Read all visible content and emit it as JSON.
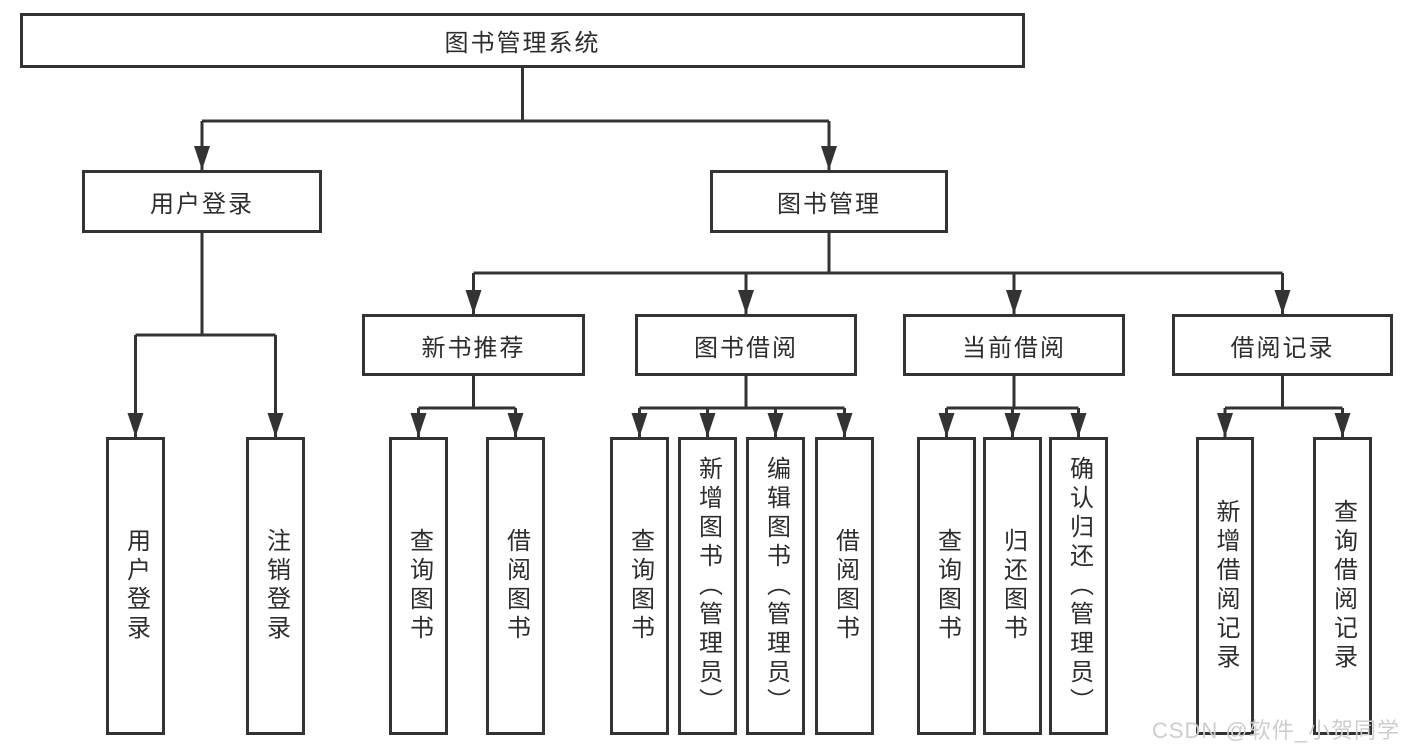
{
  "colors": {
    "line": "#333333",
    "text": "#2d2d2d",
    "background": "#ffffff",
    "watermark": "#cdcdcd"
  },
  "watermark": {
    "text": "CSDN @软件_小贺同学"
  },
  "tree": {
    "root": "图书管理系统",
    "branches": [
      {
        "label": "用户登录",
        "children": [
          {
            "label": "用户登录"
          },
          {
            "label": "注销登录"
          }
        ]
      },
      {
        "label": "图书管理",
        "groups": [
          {
            "label": "新书推荐",
            "children": [
              {
                "label": "查询图书"
              },
              {
                "label": "借阅图书"
              }
            ]
          },
          {
            "label": "图书借阅",
            "children": [
              {
                "label": "查询图书"
              },
              {
                "label": "新增图书（管理员）"
              },
              {
                "label": "编辑图书（管理员）"
              },
              {
                "label": "借阅图书"
              }
            ]
          },
          {
            "label": "当前借阅",
            "children": [
              {
                "label": "查询图书"
              },
              {
                "label": "归还图书"
              },
              {
                "label": "确认归还（管理员）"
              }
            ]
          },
          {
            "label": "借阅记录",
            "children": [
              {
                "label": "新增借阅记录"
              },
              {
                "label": "查询借阅记录"
              }
            ]
          }
        ]
      }
    ]
  }
}
